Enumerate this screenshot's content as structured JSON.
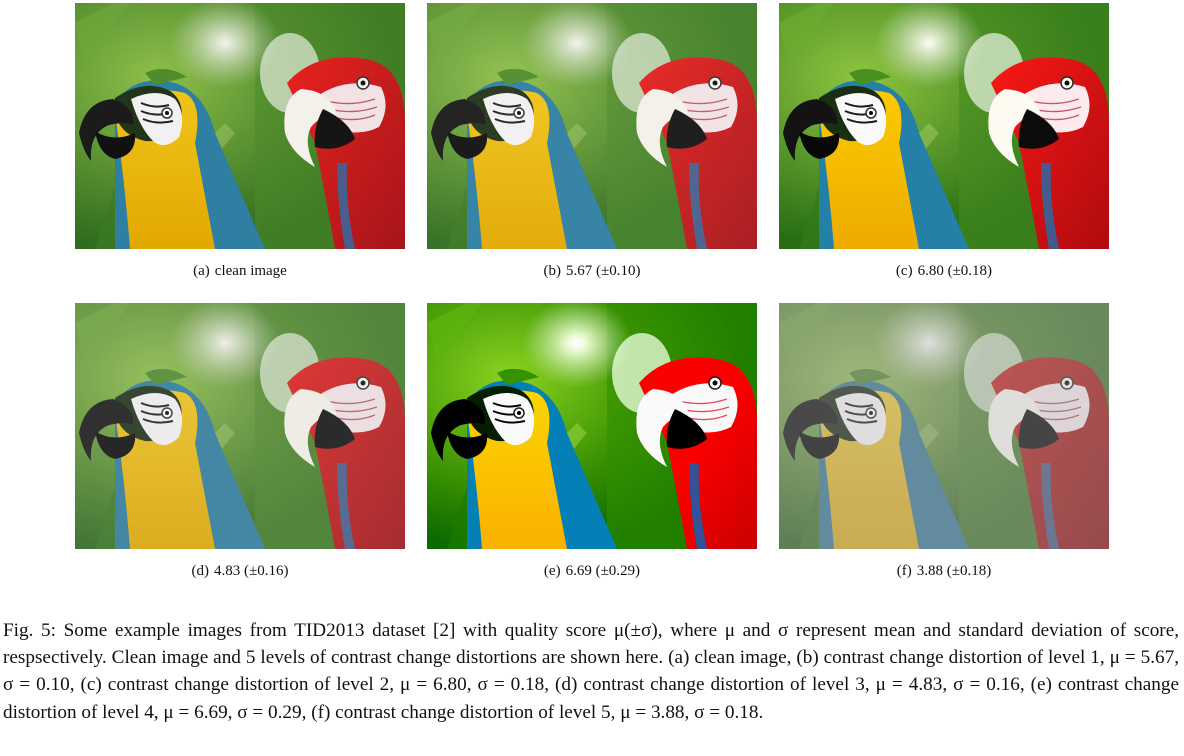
{
  "figure": {
    "panels": [
      {
        "label": "(a)",
        "text": "clean image",
        "saturate": 1.0,
        "contrast": 1.0,
        "brightness": 1.0
      },
      {
        "label": "(b)",
        "text": "5.67 (±0.10)",
        "saturate": 1.0,
        "contrast": 0.92,
        "brightness": 1.04
      },
      {
        "label": "(c)",
        "text": "6.80 (±0.18)",
        "saturate": 1.05,
        "contrast": 1.08,
        "brightness": 1.0
      },
      {
        "label": "(d)",
        "text": "4.83 (±0.16)",
        "saturate": 0.95,
        "contrast": 0.82,
        "brightness": 1.07
      },
      {
        "label": "(e)",
        "text": "6.69 (±0.29)",
        "saturate": 1.2,
        "contrast": 1.3,
        "brightness": 0.98
      },
      {
        "label": "(f)",
        "text": "3.88 (±0.18)",
        "saturate": 0.75,
        "contrast": 0.62,
        "brightness": 1.12
      }
    ],
    "caption": {
      "prefix": "Fig. 5:",
      "text": "Some example images from TID2013 dataset [2] with quality score μ(±σ), where μ and σ represent mean and standard deviation of score, respsectively. Clean image and 5 levels of contrast change distortions are shown here. (a) clean image, (b) contrast change distortion of level 1, μ = 5.67, σ = 0.10, (c) contrast change distortion of level 2, μ = 6.80, σ = 0.18, (d) contrast change distortion of level 3, μ = 4.83, σ = 0.16, (e) contrast change distortion of level 4, μ = 6.69, σ = 0.29, (f) contrast change distortion of level 5, μ = 3.88, σ = 0.18."
    }
  }
}
